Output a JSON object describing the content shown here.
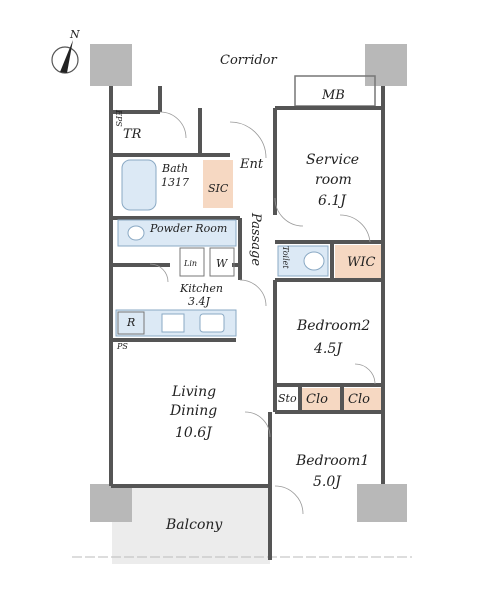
{
  "compass": {
    "north_label": "N",
    "icon": "north-arrow-icon"
  },
  "colors": {
    "wall": "#555555",
    "storage": "#f6d8c2",
    "fixture": "#dce9f5",
    "balcony": "#ececec",
    "pillar": "#b8b8b8"
  },
  "rooms": {
    "corridor": "Corridor",
    "mb": "MB",
    "eps": "EPS",
    "tr": "TR",
    "bath_name": "Bath",
    "bath_size": "1317",
    "sic": "SIC",
    "ent": "Ent",
    "service_room_line1": "Service",
    "service_room_line2": "room",
    "service_room_size": "6.1J",
    "powder_room": "Powder Room",
    "passage": "Passage",
    "toilet": "Toilet",
    "wic": "WIC",
    "lin": "Lin",
    "w": "W",
    "kitchen_name": "Kitchen",
    "kitchen_size": "3.4J",
    "r": "R",
    "ps": "PS",
    "bedroom2_name": "Bedroom2",
    "bedroom2_size": "4.5J",
    "sto": "Sto",
    "clo_1": "Clo",
    "clo_2": "Clo",
    "living_line1": "Living",
    "living_line2": "Dining",
    "living_size": "10.6J",
    "bedroom1_name": "Bedroom1",
    "bedroom1_size": "5.0J",
    "balcony": "Balcony"
  }
}
